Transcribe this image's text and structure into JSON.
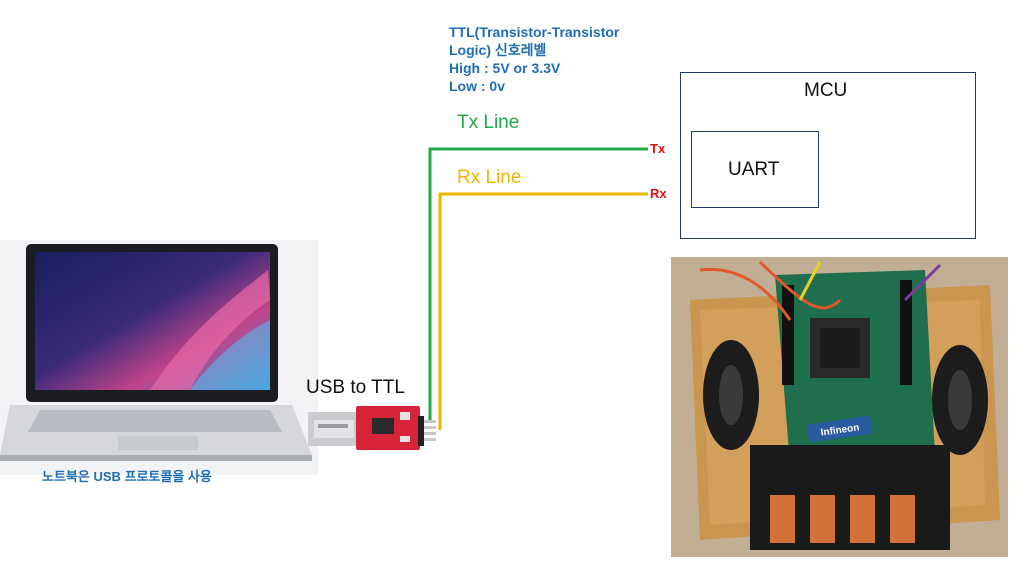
{
  "note": {
    "line1": "TTL(Transistor-Transistor",
    "line2": "Logic) 신호레벨",
    "line3": "High : 5V or 3.3V",
    "line4": "Low : 0v"
  },
  "lines": {
    "tx": "Tx Line",
    "rx": "Rx Line"
  },
  "pins": {
    "tx": "Tx",
    "rx": "Rx"
  },
  "mcu": {
    "label": "MCU",
    "uart": "UART"
  },
  "adapter": {
    "label": "USB to TTL"
  },
  "laptop": {
    "caption": "노트북은 USB 프로토콜을 사용"
  },
  "photo": {
    "board_brand": "Infineon"
  },
  "colors": {
    "tx_line": "#22a84a",
    "rx_line": "#f1b400",
    "pin_text": "#e01010",
    "note_text": "#1f6db5",
    "box_border": "#1f3a6e"
  }
}
